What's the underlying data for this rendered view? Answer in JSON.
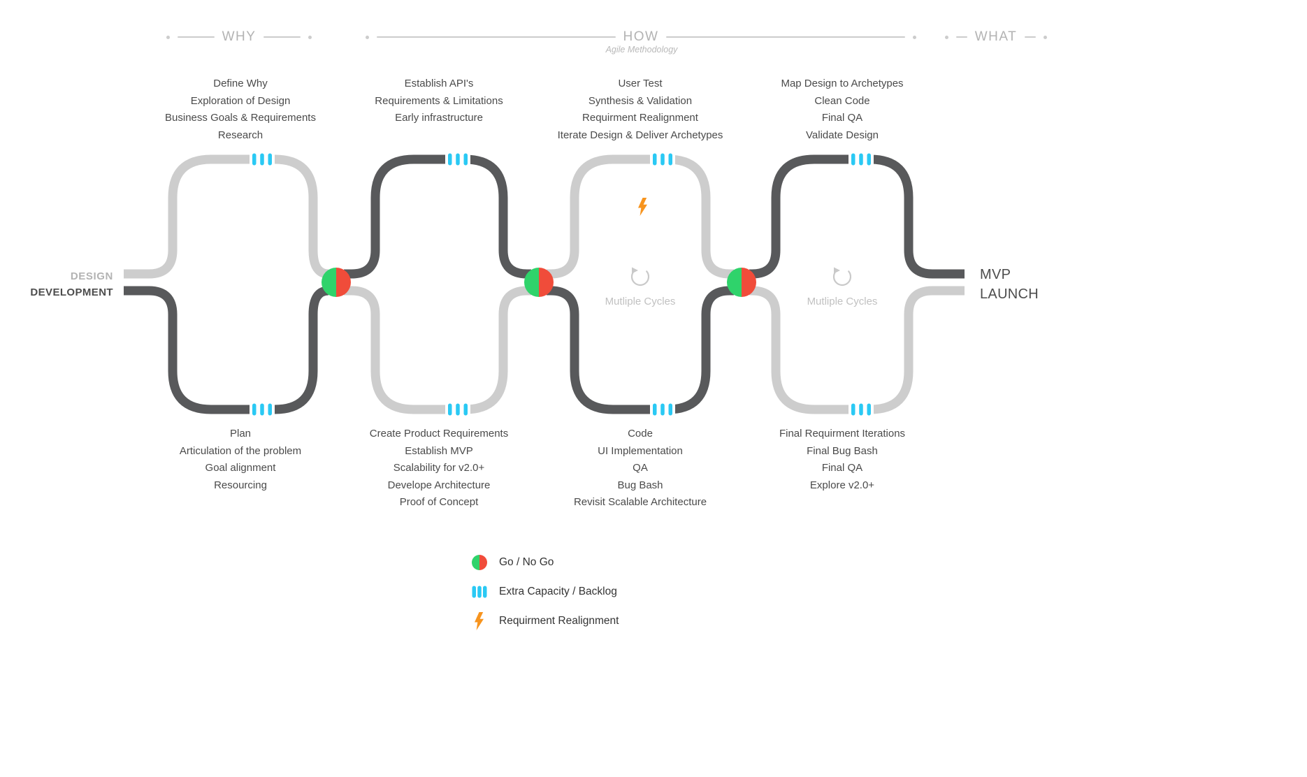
{
  "header": {
    "sections": [
      {
        "label": "WHY"
      },
      {
        "label": "HOW",
        "sublabel": "Agile Methodology"
      },
      {
        "label": "WHAT"
      }
    ]
  },
  "start_labels": {
    "design": "DESIGN",
    "development": "DEVELOPMENT"
  },
  "end_labels": {
    "line1": "MVP",
    "line2": "LAUNCH"
  },
  "loops": [
    {
      "phase": "why",
      "top_items": [
        "Define Why",
        "Exploration of Design",
        "Business Goals & Requirements",
        "Research"
      ],
      "bottom_items": [
        "Plan",
        "Articulation of the problem",
        "Goal alignment",
        "Resourcing"
      ]
    },
    {
      "phase": "how-1",
      "top_items": [
        "Establish API's",
        "Requirements & Limitations",
        "Early infrastructure"
      ],
      "bottom_items": [
        "Create Product Requirements",
        "Establish MVP",
        "Scalability for v2.0+",
        "Develope Architecture",
        "Proof of Concept"
      ]
    },
    {
      "phase": "how-2",
      "top_items": [
        "User Test",
        "Synthesis & Validation",
        "Requirment Realignment",
        "Iterate Design & Deliver Archetypes"
      ],
      "bottom_items": [
        "Code",
        "UI Implementation",
        "QA",
        "Bug Bash",
        "Revisit Scalable Architecture"
      ],
      "cycles_label": "Mutliple Cycles"
    },
    {
      "phase": "what",
      "top_items": [
        "Map Design to Archetypes",
        "Clean Code",
        "Final QA",
        "Validate Design"
      ],
      "bottom_items": [
        "Final Requirment Iterations",
        "Final Bug Bash",
        "Final QA",
        "Explore v2.0+"
      ],
      "cycles_label": "Mutliple Cycles"
    }
  ],
  "legend": {
    "items": [
      {
        "icon": "go-nogo-icon",
        "label": "Go / No Go"
      },
      {
        "icon": "capacity-bars-icon",
        "label": "Extra Capacity / Backlog"
      },
      {
        "icon": "lightning-icon",
        "label": "Requirment Realignment"
      }
    ]
  },
  "colors": {
    "track_light": "#cdcdcd",
    "track_dark": "#58595b",
    "go_green": "#2fd36b",
    "nogo_red": "#f04c3a",
    "capacity_cyan": "#2ac9f4",
    "realignment_orange": "#f7941e",
    "muted_text": "#c1c1c1",
    "body_text": "#4a4a4a"
  }
}
